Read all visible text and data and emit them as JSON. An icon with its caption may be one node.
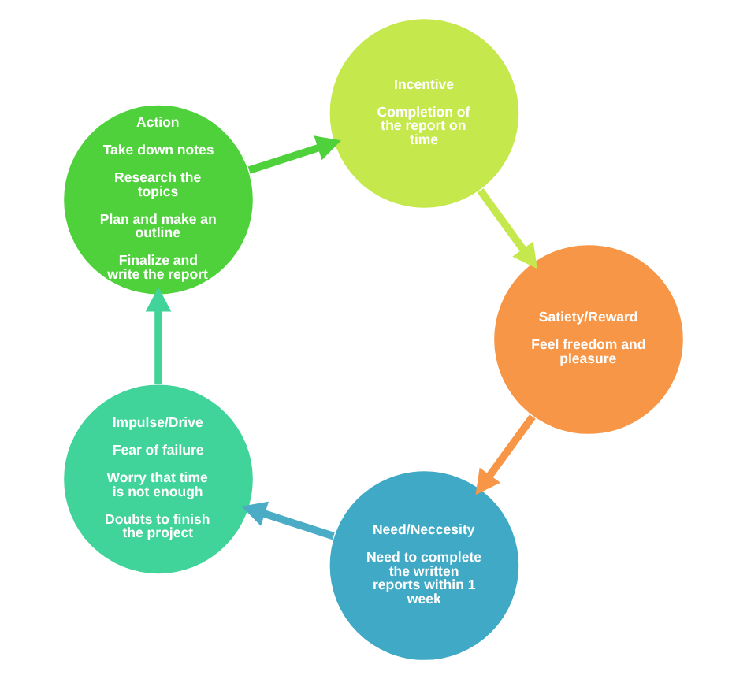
{
  "diagram": {
    "nodes": [
      {
        "text": [
          "Need/Neccesity",
          "Need to complete the written reports within 1 week"
        ]
      },
      {
        "text": [
          "Impulse/Drive",
          "Fear of failure",
          "Worry that time is not enough",
          "Doubts to finish the project"
        ]
      },
      {
        "text": [
          "Action",
          "Take down notes",
          "Research the topics",
          "Plan and make an outline",
          "Finalize and write the report"
        ]
      },
      {
        "text": [
          "Incentive",
          "Completion of the report on time"
        ]
      },
      {
        "text": [
          "Satiety/Reward",
          "Feel freedom and pleasure"
        ]
      }
    ],
    "edges": [
      {
        "from": 0,
        "to": 1,
        "arrow": "to",
        "color": "#4bacc6"
      },
      {
        "from": 1,
        "to": 2,
        "arrow": "to",
        "color": "#40d49a"
      },
      {
        "from": 2,
        "to": 3,
        "arrow": "to",
        "color": "#4fd13c"
      },
      {
        "from": 3,
        "to": 4,
        "arrow": "to",
        "color": "#c5e84c"
      },
      {
        "from": 4,
        "to": 0,
        "arrow": "to",
        "color": "#f79646"
      }
    ]
  }
}
